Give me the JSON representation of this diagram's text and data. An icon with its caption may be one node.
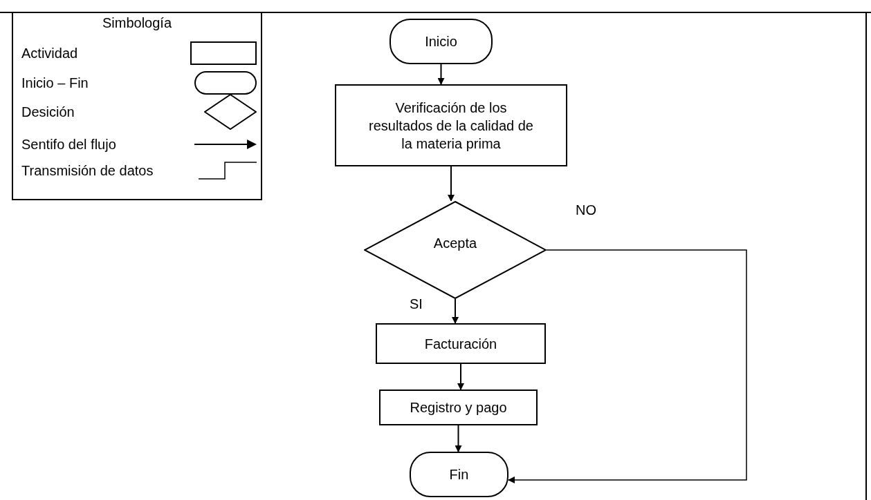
{
  "diagram": {
    "nodes": [
      {
        "text": [
          "Inicio"
        ]
      },
      {
        "text": [
          "Verificación de los resultados de la calidad de la materia prima"
        ]
      },
      {
        "text": [
          "Acepta"
        ]
      },
      {
        "text": [
          "Facturación"
        ]
      },
      {
        "text": [
          "Registro y pago"
        ]
      },
      {
        "text": [
          "Fin"
        ]
      }
    ],
    "edges": [
      {
        "from": 0,
        "to": 1,
        "arrow": "to"
      },
      {
        "from": 1,
        "to": 2,
        "arrow": "to"
      },
      {
        "from": 2,
        "to": 3,
        "arrow": "to",
        "label": "SI"
      },
      {
        "from": 3,
        "to": 4,
        "arrow": "to"
      },
      {
        "from": 4,
        "to": 5,
        "arrow": "to"
      },
      {
        "from": 2,
        "to": 5,
        "arrow": "to",
        "label": "NO"
      }
    ],
    "labels": [
      "Simbología"
    ],
    "legend": [
      {
        "text": "Actividad"
      },
      {
        "text": "Inicio – Fin"
      },
      {
        "text": "Desición"
      },
      {
        "text": "Sentifo del flujo"
      },
      {
        "text": "Transmisión de datos"
      }
    ]
  }
}
